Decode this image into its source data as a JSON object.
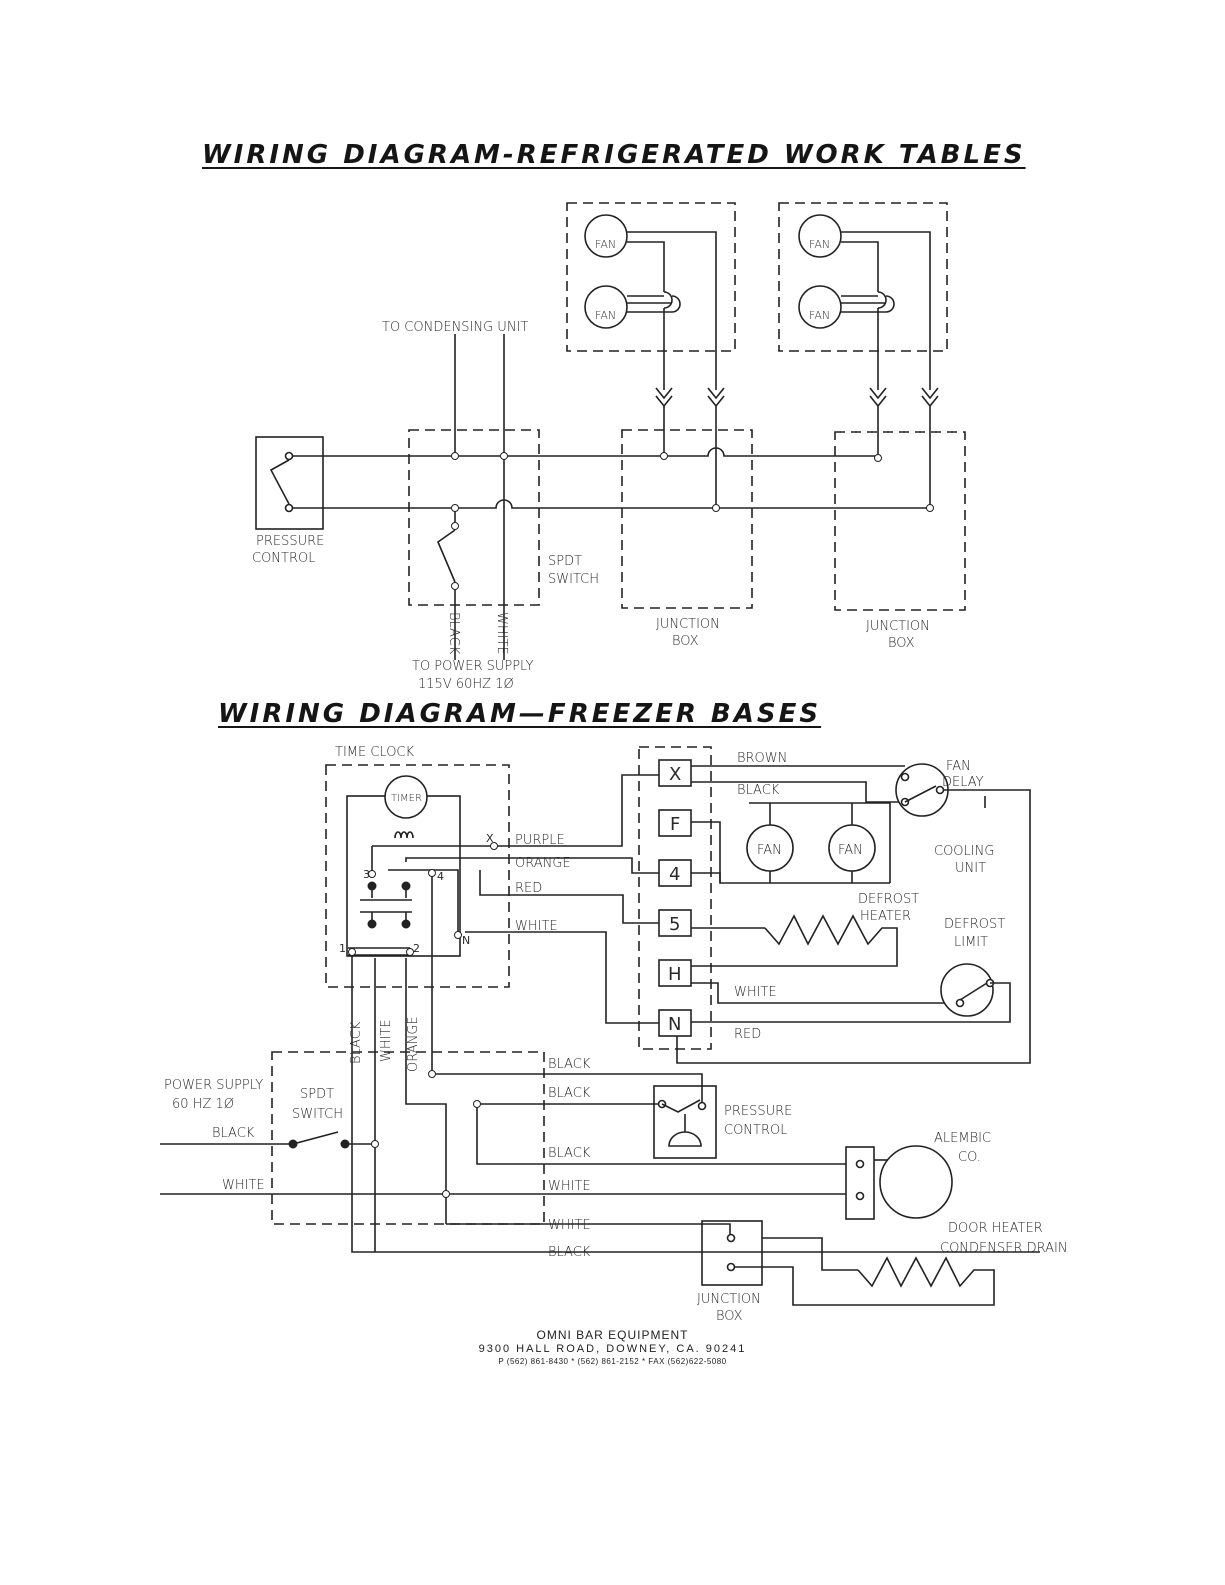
{
  "titles": {
    "work_tables": "WIRING DIAGRAM-REFRIGERATED WORK TABLES",
    "freezer_bases": "WIRING DIAGRAM—FREEZER BASES"
  },
  "work_tables": {
    "fan": "FAN",
    "to_condensing_unit": "TO CONDENSING UNIT",
    "pressure_control": [
      "PRESSURE",
      "CONTROL"
    ],
    "spdt_switch": [
      "SPDT",
      "SWITCH"
    ],
    "junction_box": [
      "JUNCTION",
      "BOX"
    ],
    "black": "BLACK",
    "white": "WHITE",
    "power_supply": [
      "TO POWER SUPPLY",
      "115V 60HZ 1Ø"
    ]
  },
  "freezer_bases": {
    "time_clock": "TIME CLOCK",
    "timer": "TIMER",
    "wire_purple": "PURPLE",
    "wire_orange": "ORANGE",
    "wire_red": "RED",
    "wire_white": "WHITE",
    "wire_brown": "BROWN",
    "wire_black": "BLACK",
    "terminals": [
      "X",
      "F",
      "4",
      "5",
      "H",
      "N"
    ],
    "clock_pins": [
      "X",
      "3",
      "4",
      "1",
      "2",
      "N"
    ],
    "fan": "FAN",
    "fan_delay": [
      "FAN",
      "DELAY"
    ],
    "cooling_unit": [
      "COOLING",
      "UNIT"
    ],
    "defrost_heater": [
      "DEFROST",
      "HEATER"
    ],
    "defrost_limit": [
      "DEFROST",
      "LIMIT"
    ],
    "vert_black": "BLACK",
    "vert_white": "WHITE",
    "vert_orange": "ORANGE",
    "power_supply": [
      "POWER SUPPLY",
      "60 HZ 1Ø"
    ],
    "spdt_switch": [
      "SPDT",
      "SWITCH"
    ],
    "pressure_control": [
      "PRESSURE",
      "CONTROL"
    ],
    "right_black_1": "BLACK",
    "right_black_2": "BLACK",
    "right_black_3": "BLACK",
    "right_white_1": "WHITE",
    "right_white_2": "WHITE",
    "bottom_black": "BLACK",
    "left_black": "BLACK",
    "left_white": "WHITE",
    "compressor": [
      "ALEMBIC",
      "CO."
    ],
    "door_heater": [
      "DOOR HEATER",
      "CONDENSER DRAIN"
    ],
    "junction_box": [
      "JUNCTION",
      "BOX"
    ]
  },
  "footer": {
    "company": "OMNI BAR EQUIPMENT",
    "address": "9300 HALL ROAD, DOWNEY, CA. 90241",
    "phones": "P (562) 861-8430 * (562) 861-2152 * FAX (562)622-5080"
  }
}
